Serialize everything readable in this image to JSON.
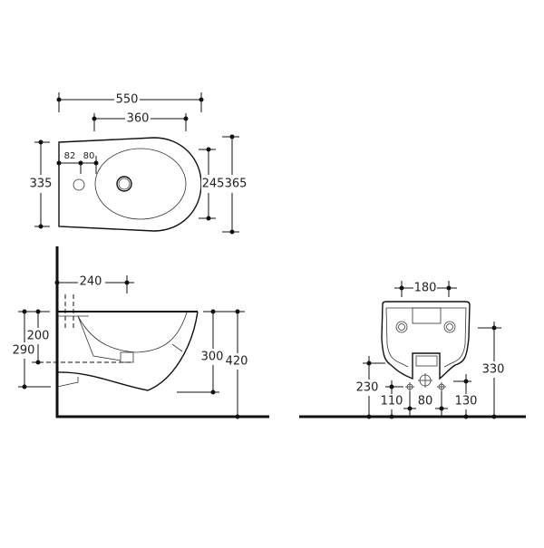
{
  "top_view": {
    "overall_length": "550",
    "bowl_length": "360",
    "width_left": "335",
    "tap_offset": "82",
    "tap_to_bowl": "80",
    "bowl_width": "245",
    "overall_width": "365"
  },
  "side_view": {
    "depth_to_drain": "240",
    "drain_height": "200",
    "bracket_height": "290",
    "bowl_height": "300",
    "rim_height_from_floor": "420"
  },
  "front_view": {
    "fixing_spacing": "180",
    "fixing_height": "330",
    "waste_height": "230",
    "supply_left": "110",
    "supply_spacing": "80",
    "supply_height": "130"
  }
}
